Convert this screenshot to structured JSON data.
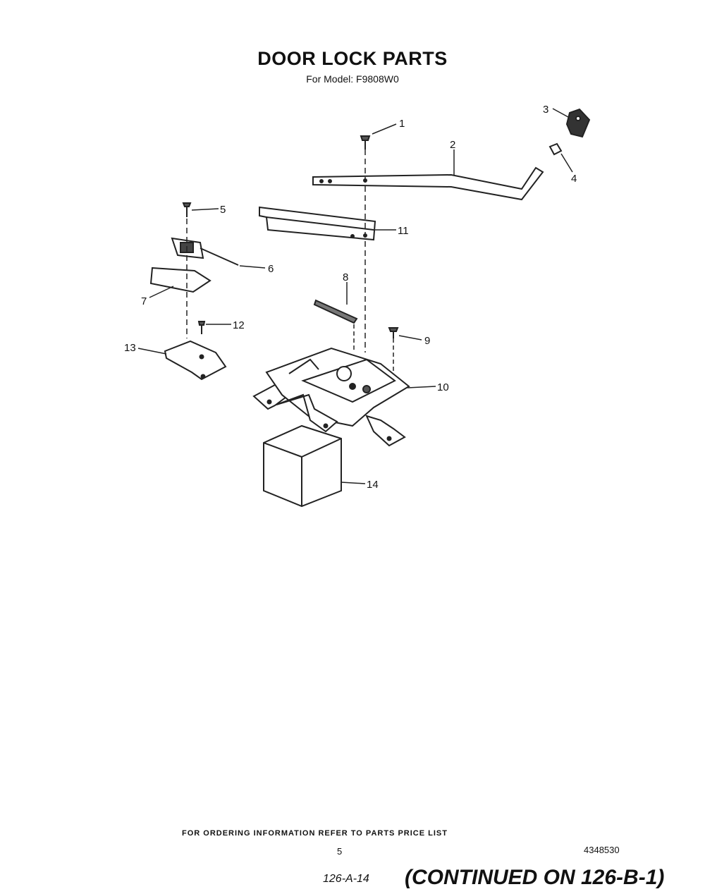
{
  "header": {
    "title": "DOOR LOCK PARTS",
    "subtitle": "For Model: F9808W0"
  },
  "callouts": [
    "1",
    "2",
    "3",
    "4",
    "5",
    "6",
    "7",
    "8",
    "9",
    "10",
    "11",
    "12",
    "13",
    "14"
  ],
  "footer": {
    "ordering_note": "FOR ORDERING INFORMATION REFER TO PARTS PRICE LIST",
    "page_number": "5",
    "document_number": "4348530",
    "handwritten_ref": "126-A-14",
    "continued": "(CONTINUED ON 126-B-1)"
  }
}
